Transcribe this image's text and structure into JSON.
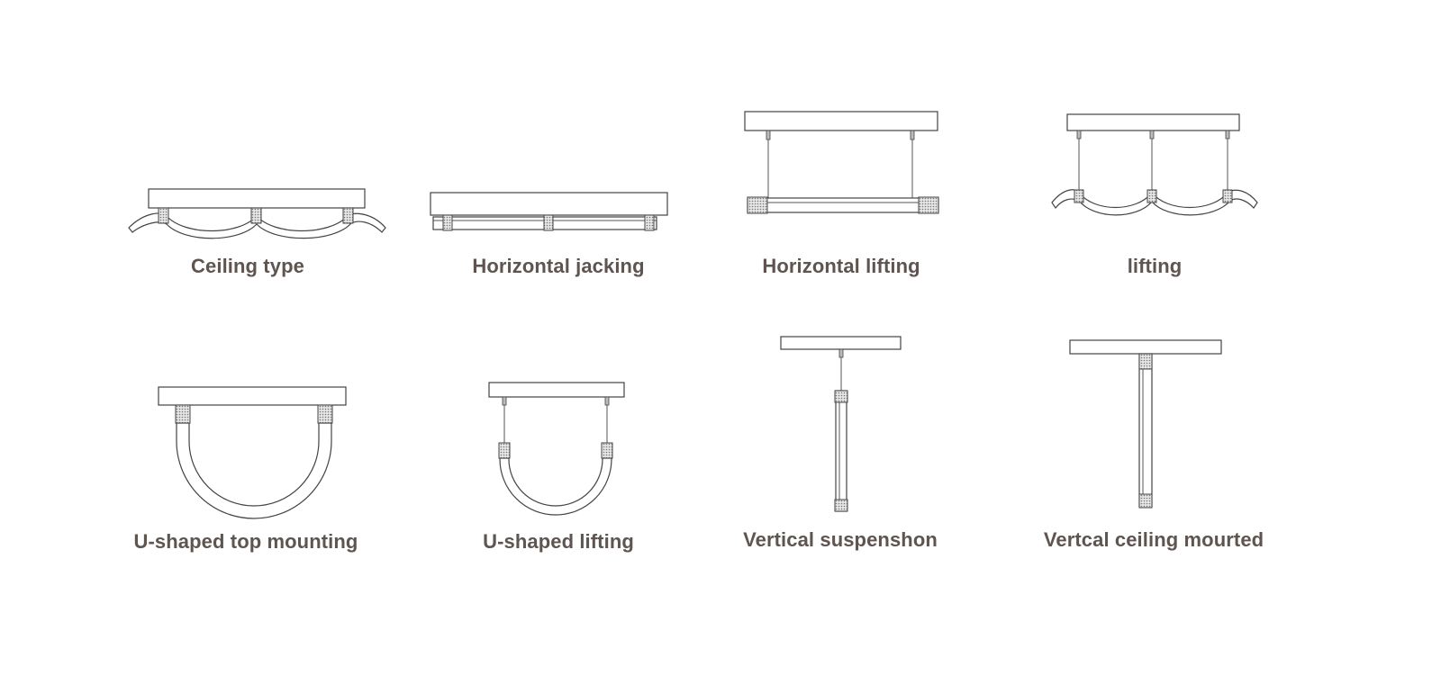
{
  "items": [
    {
      "label": "Ceiling type"
    },
    {
      "label": "Horizontal jacking"
    },
    {
      "label": "Horizontal lifting"
    },
    {
      "label": "lifting"
    },
    {
      "label": "U-shaped top mounting"
    },
    {
      "label": "U-shaped lifting"
    },
    {
      "label": "Vertical suspenshon"
    },
    {
      "label": "Vertcal ceiling mourted"
    }
  ],
  "colors": {
    "label": "#5e5450",
    "line": "#444444",
    "background": "#ffffff"
  },
  "icons": [
    "wave-ceiling-lamp-icon",
    "horizontal-jacking-lamp-icon",
    "horizontal-lifting-lamp-icon",
    "wave-lifting-lamp-icon",
    "u-shaped-top-mount-lamp-icon",
    "u-shaped-lifting-lamp-icon",
    "vertical-suspension-lamp-icon",
    "vertical-ceiling-mount-lamp-icon"
  ]
}
